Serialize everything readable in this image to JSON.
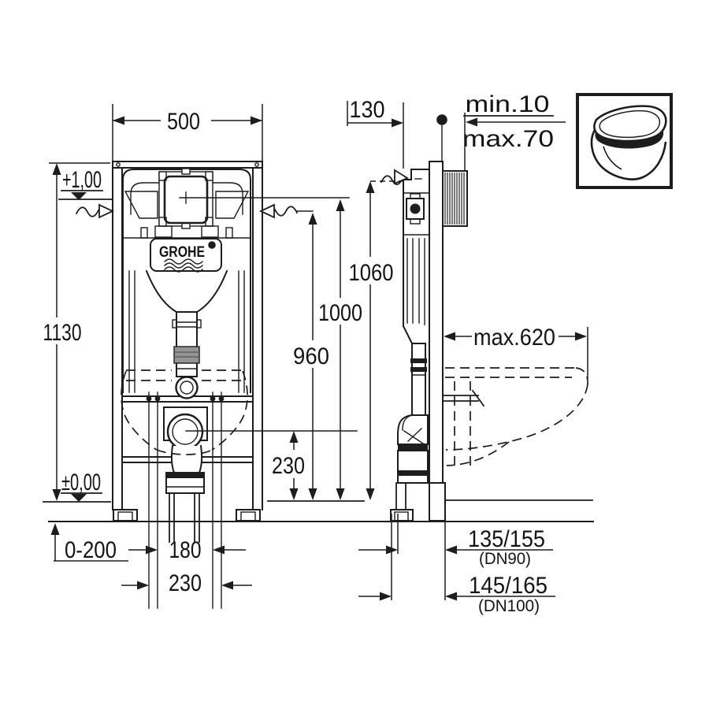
{
  "brand": {
    "logo_text": "GROHE"
  },
  "front_view": {
    "width_mm": "500",
    "height_mm": "1130",
    "upper_level": "+1,00",
    "floor_level": "±0,00",
    "foot_adjustment": "0-200",
    "fixing_spacing_inner": "180",
    "fixing_spacing_outer": "230",
    "outlet_center_height": "230"
  },
  "elevation_dims": {
    "flush_pipe_height": "960",
    "actuation_height": "1000",
    "frame_top_height": "1060"
  },
  "side_view": {
    "frame_depth": "130",
    "wall_thickness_min": "min.10",
    "wall_thickness_max": "max.70",
    "pan_projection": "max.620",
    "outlet_dn90": "135/155",
    "outlet_dn90_note": "(DN90)",
    "outlet_dn100": "145/165",
    "outlet_dn100_note": "(DN100)"
  }
}
